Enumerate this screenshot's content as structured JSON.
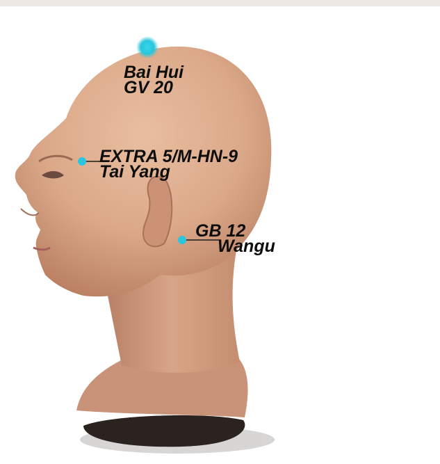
{
  "image": {
    "subject": "head-side-profile",
    "marker_color": "#29c6dc",
    "skin_color": "#dba98a",
    "base_color": "#2b2320"
  },
  "points": [
    {
      "name": "Bai Hui",
      "code": "GV 20"
    },
    {
      "name": "Tai Yang",
      "code": "EXTRA 5/M-HN-9"
    },
    {
      "name": "Wangu",
      "code": "GB 12"
    }
  ]
}
